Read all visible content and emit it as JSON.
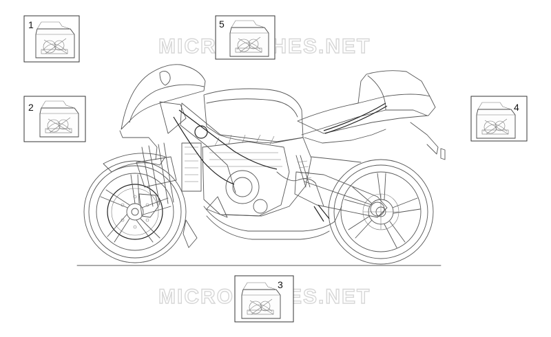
{
  "watermark": "MICROFICHES.NET",
  "callouts": [
    {
      "number": "1",
      "icon": "kit-package-icon"
    },
    {
      "number": "2",
      "icon": "kit-package-icon"
    },
    {
      "number": "3",
      "icon": "kit-package-icon"
    },
    {
      "number": "4",
      "icon": "kit-package-icon"
    },
    {
      "number": "5",
      "icon": "kit-package-icon"
    }
  ],
  "illustration": {
    "subject": "motorcycle-line-drawing-icon"
  }
}
